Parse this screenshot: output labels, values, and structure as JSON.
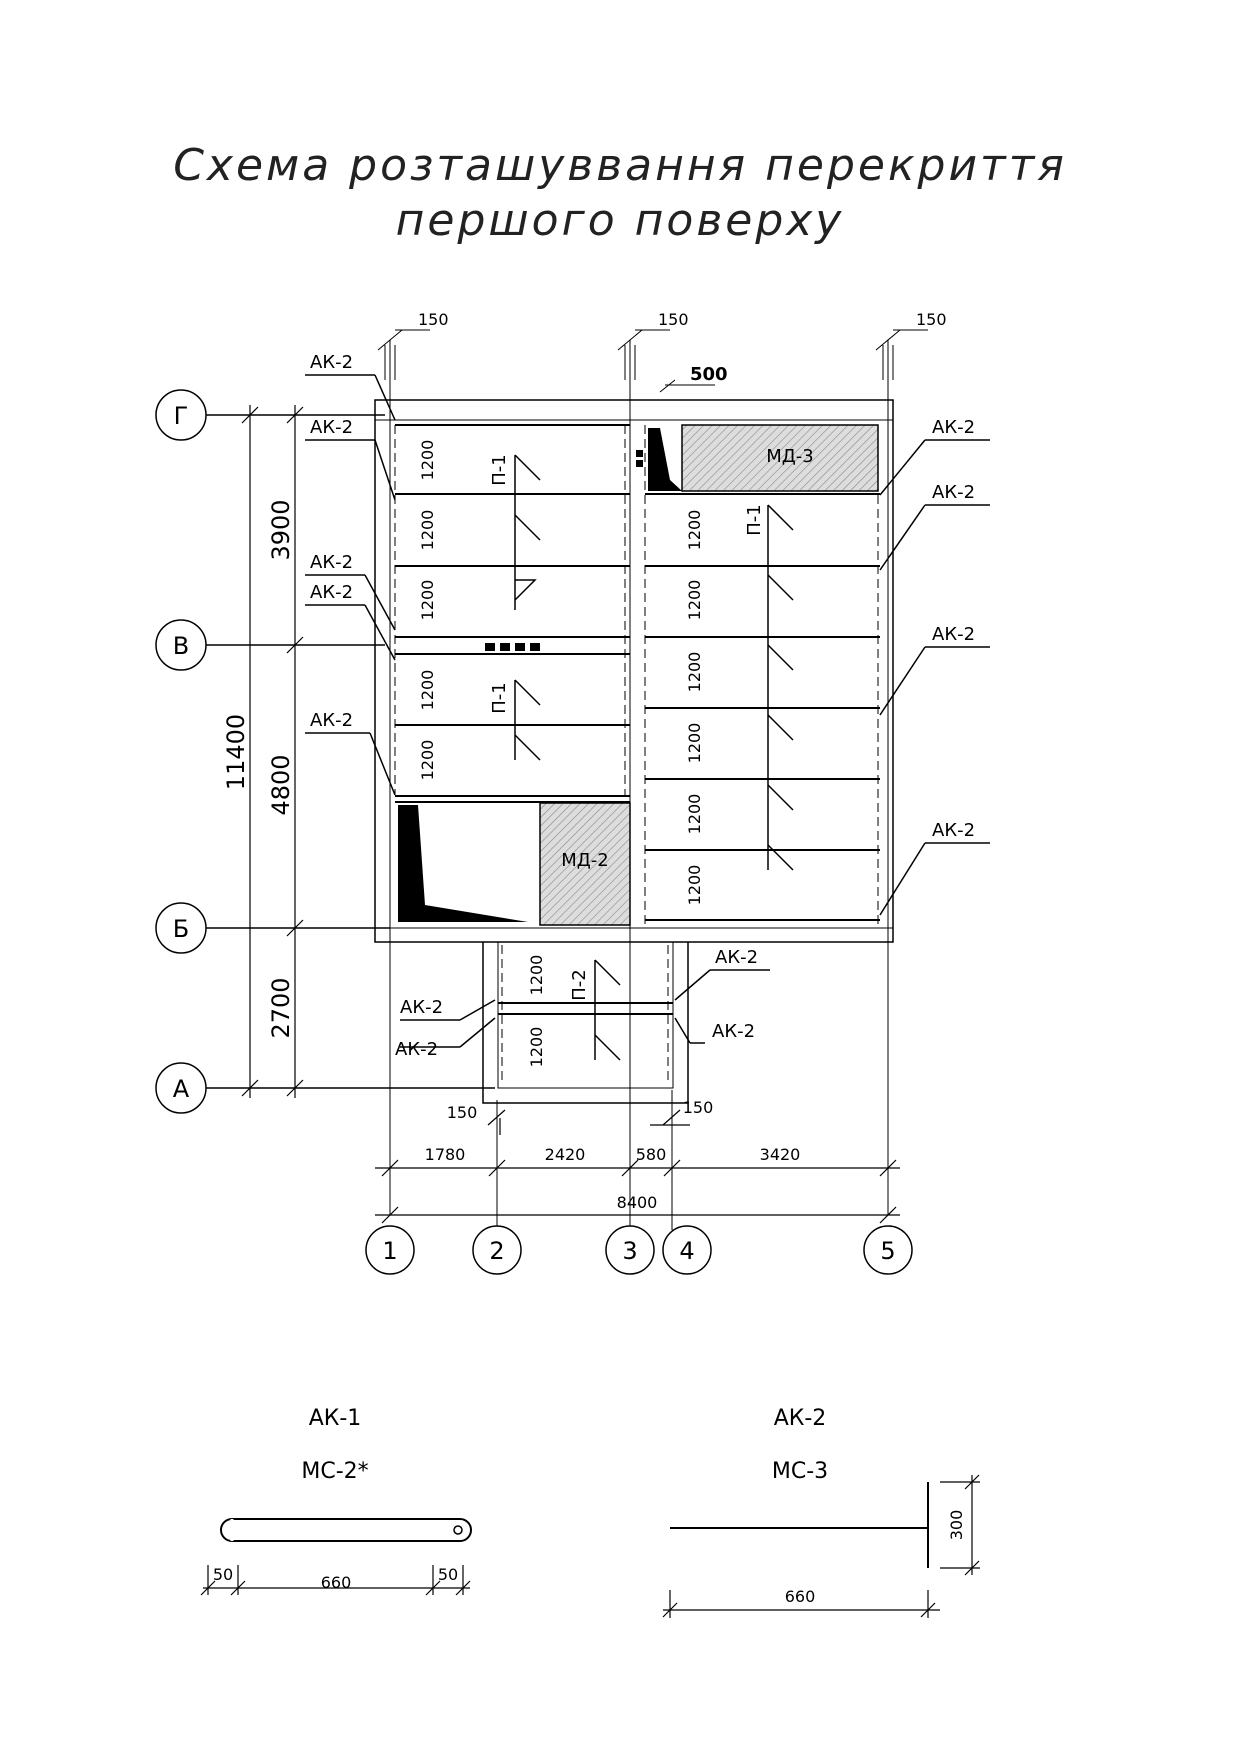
{
  "title": {
    "line1": "Схема розташуввання перекриття",
    "line2": "першого поверху"
  },
  "axes": {
    "rows": [
      "Г",
      "В",
      "Б",
      "А"
    ],
    "cols": [
      "1",
      "2",
      "3",
      "4",
      "5"
    ]
  },
  "dims": {
    "vertical_total": "11400",
    "vertical_parts": [
      "3900",
      "4800",
      "2700"
    ],
    "horizontal_total": "8400",
    "horizontal_parts": [
      "1780",
      "2420",
      "580",
      "3420"
    ],
    "wall_150": "150",
    "gap_500": "500",
    "span_1200": "1200",
    "short_1200": "1200"
  },
  "slabs": {
    "p1": "П-1",
    "p2": "П-2",
    "md2": "МД-2",
    "md3": "МД-3"
  },
  "anchor_label": "АК-2",
  "details": {
    "ak1": {
      "name": "АК-1",
      "mark": "МС-2*",
      "left": "50",
      "mid": "660",
      "right": "50"
    },
    "ak2": {
      "name": "АК-2",
      "mark": "МС-3",
      "length": "660",
      "height": "300"
    }
  }
}
